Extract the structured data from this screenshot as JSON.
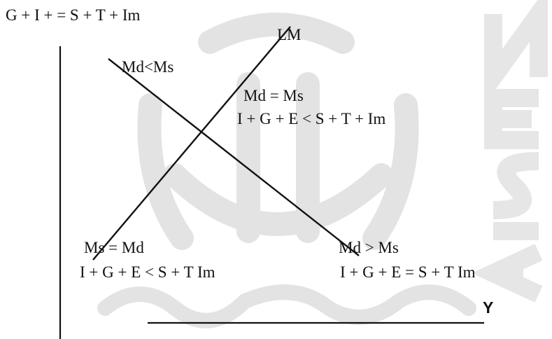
{
  "diagram": {
    "top_equation": "G + I + = S + T + Im",
    "lm_label": "LM",
    "region_top_left": "Md<Ms",
    "region_right": {
      "line1": "Md = Ms",
      "line2": "I + G + E < S + T + Im"
    },
    "region_bottom_left": {
      "line1": "Ms = Md",
      "line2": "I + G + E < S + T Im"
    },
    "region_bottom_right": {
      "line1": "Md > Ms",
      "line2": "I + G + E = S + T Im"
    },
    "x_axis_label": "Y"
  },
  "colors": {
    "ink": "#111111",
    "watermark": "#e3e3e3",
    "background": "#ffffff"
  }
}
